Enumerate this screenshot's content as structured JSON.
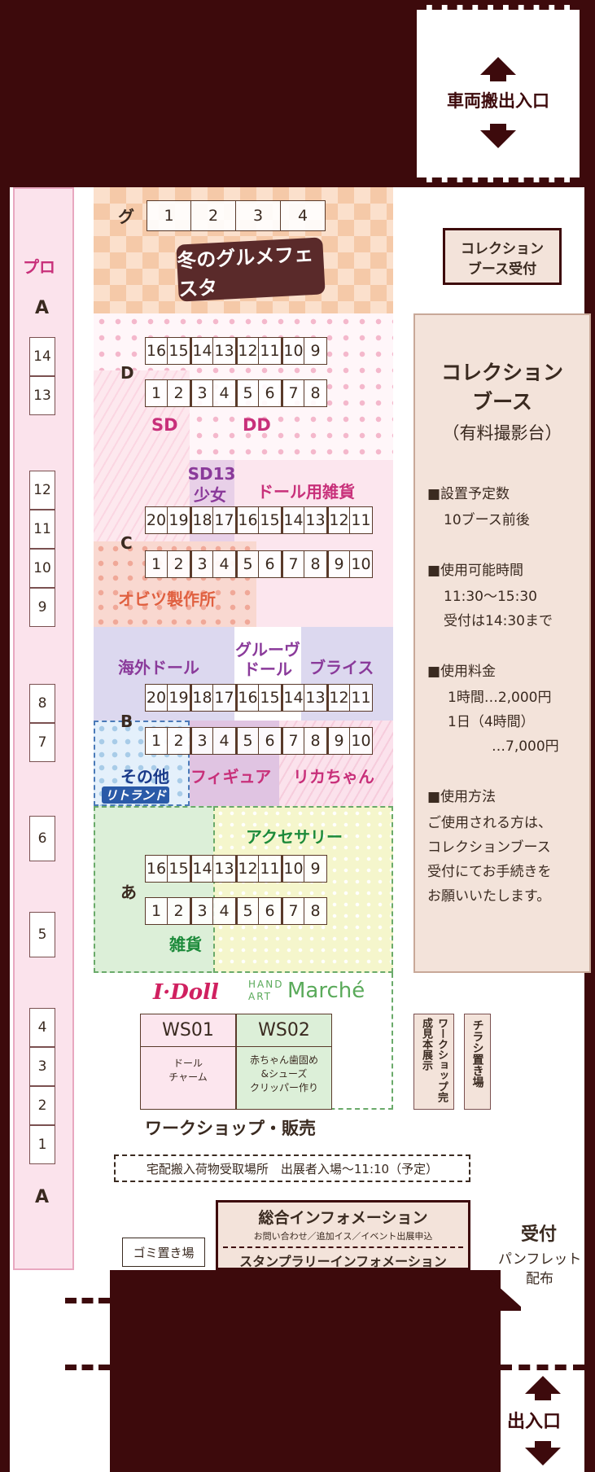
{
  "colors": {
    "wall": "#3d0a0c",
    "pink_zone": "#fbe3ec",
    "info_bg": "#f3e3da",
    "magenta": "#c8307a",
    "purple": "#8a3a9a",
    "green": "#1c8a3a",
    "orange": "#e06040"
  },
  "exit_top": {
    "label": "車両搬出入口"
  },
  "exit_bottom": {
    "label": "出入口"
  },
  "pro": {
    "label": "プロ",
    "a_top": "A",
    "a_bottom": "A",
    "booths": [
      "14",
      "13",
      "12",
      "11",
      "10",
      "9",
      "8",
      "7",
      "6",
      "5",
      "4",
      "3",
      "2",
      "1"
    ]
  },
  "gourmet": {
    "row_label": "グ",
    "booths": [
      "1",
      "2",
      "3",
      "4"
    ],
    "logo": "冬のグルメフェスタ"
  },
  "d_block": {
    "label": "D",
    "top": [
      "16",
      "15",
      "14",
      "13",
      "12",
      "11",
      "10",
      "9"
    ],
    "bottom": [
      "1",
      "2",
      "3",
      "4",
      "5",
      "6",
      "7",
      "8"
    ],
    "sd": "SD",
    "dd": "DD"
  },
  "c_block": {
    "label": "C",
    "sd13_a": "SD13",
    "sd13_b": "少女",
    "doll_goods": "ドール用雑貨",
    "top": [
      "20",
      "19",
      "18",
      "17",
      "16",
      "15",
      "14",
      "13",
      "12",
      "11"
    ],
    "bottom": [
      "1",
      "2",
      "3",
      "4",
      "5",
      "6",
      "7",
      "8",
      "9",
      "10"
    ],
    "obitsu": "オビツ製作所"
  },
  "b_block": {
    "label": "B",
    "overseas": "海外ドール",
    "glue_a": "グルーヴ",
    "glue_b": "ドール",
    "blythe": "ブライス",
    "top": [
      "20",
      "19",
      "18",
      "17",
      "16",
      "15",
      "14",
      "13",
      "12",
      "11"
    ],
    "bottom": [
      "1",
      "2",
      "3",
      "4",
      "5",
      "6",
      "7",
      "8",
      "9",
      "10"
    ],
    "other": "その他",
    "litoland": "リトランド",
    "figure": "フィギュア",
    "licca": "リカちゃん"
  },
  "a_block": {
    "label": "あ",
    "accessory": "アクセサリー",
    "top": [
      "16",
      "15",
      "14",
      "13",
      "12",
      "11",
      "10",
      "9"
    ],
    "bottom": [
      "1",
      "2",
      "3",
      "4",
      "5",
      "6",
      "7",
      "8"
    ],
    "zakka": "雑貨"
  },
  "idoll": "I·Doll",
  "handart": {
    "hand": "HAND",
    "art": "ART",
    "marche": "Marché"
  },
  "ws": {
    "ws01": "WS01",
    "ws01_desc": "ドール\nチャーム",
    "ws02": "WS02",
    "ws02_desc": "赤ちゃん歯固め\n&シューズ\nクリッパー作り",
    "caption": "ワークショップ・販売"
  },
  "ws_sample": "ワークショップ完成見本展示",
  "flyer": "チラシ置き場",
  "delivery": "宅配搬入荷物受取場所　出展者入場～11:10（予定）",
  "garbage": "ゴミ置き場",
  "info": {
    "title": "総合インフォメーション",
    "sub": "お問い合わせ／追加イス／イベント出展申込",
    "stamp": "スタンプラリーインフォメーション"
  },
  "reception": {
    "title": "受付",
    "l2": "パンフレット",
    "l3": "配布"
  },
  "collection_reception": {
    "l1": "コレクション",
    "l2": "ブース受付"
  },
  "collection": {
    "t1": "コレクション",
    "t2": "ブース",
    "t3": "（有料撮影台）",
    "count_h": "■設置予定数",
    "count_v": "10ブース前後",
    "time_h": "■使用可能時間",
    "time_v1": "11:30～15:30",
    "time_v2": "受付は14:30まで",
    "fee_h": "■使用料金",
    "fee_v1": "1時間…2,000円",
    "fee_v2": "1日（4時間）",
    "fee_v3": "…7,000円",
    "how_h": "■使用方法",
    "how_v1": "ご使用される方は、",
    "how_v2": "コレクションブース",
    "how_v3": "受付にてお手続きを",
    "how_v4": "お願いいたします。"
  }
}
